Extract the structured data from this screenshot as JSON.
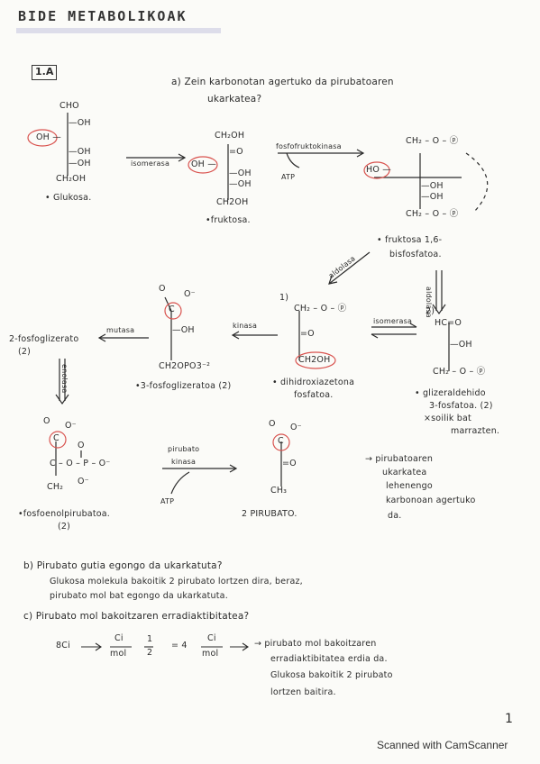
{
  "header": {
    "title": "BIDE METABOLIKOAK",
    "section": "1.A"
  },
  "question_a": {
    "line1": "a) Zein karbonotan agertuko da pirubatoaren",
    "line2": "ukarkatea?"
  },
  "glucose": {
    "cho": "CHO",
    "oh1": "—OH",
    "oh_left": "OH —",
    "oh3": "—OH",
    "oh4": "—OH",
    "ch2oh": "CH₂OH",
    "name": "• Glukosa."
  },
  "isomerasa1": "isomerasa",
  "fructose": {
    "ch2oh_top": "CH₂OH",
    "o": "=O",
    "oh_left": "OH —",
    "oh1": "—OH",
    "oh2": "—OH",
    "ch2oh_bottom": "CH2OH",
    "name": "•fruktosa."
  },
  "fosfofruktokinasa": "fosfofruktokinasa",
  "atp1": "ATP",
  "fructose_bp": {
    "top": "CH₂ – O – ⓟ",
    "ho": "HO —",
    "oh1": "—OH",
    "oh2": "—OH",
    "bottom": "CH₂ – O – ⓟ",
    "name1": "• fruktosa 1,6-",
    "name2": "bisfosfatoa."
  },
  "aldolasa_diag": "aldolasa",
  "aldolasa_vert": "aldolasa",
  "dhap": {
    "num": "1)",
    "top": "CH₂ – O – ⓟ",
    "o": "=O",
    "bottom": "CH2OH",
    "name1": "• dihidroxiazetona",
    "name2": "fosfatoa."
  },
  "isomerasa2": "isomerasa",
  "g3p": {
    "num": "2)",
    "top": "HC=O",
    "oh": "—OH",
    "bottom": "CH₂ – O – ⓟ",
    "name1": "• glizeraldehido",
    "name2": "3-fosfatoa. (2)",
    "name3": "×soilik bat",
    "name4": "marrazten."
  },
  "kinasa1": "kinasa",
  "pg3": {
    "o_top": "O",
    "o_minus": "O⁻",
    "c": "C",
    "oh": "—OH",
    "bottom": "CH2OPO3⁻²",
    "name": "•3-fosfoglizeratoa (2)"
  },
  "mutasa": "mutasa",
  "pg2": {
    "name1": "2-fosfoglizerato",
    "name2": "(2)"
  },
  "enolasa": "enolasa",
  "pep": {
    "o_top": "O",
    "o_minus": "O⁻",
    "c": "C",
    "o_p": "O",
    "p_line": "C – O – P – O⁻",
    "o_bottom": "O⁻",
    "ch2": "CH₂",
    "name1": "•fosfoenolpirubatoa.",
    "name2": "(2)"
  },
  "pirubato_kinasa": {
    "line1": "pirubato",
    "line2": "kinasa"
  },
  "atp2": "ATP",
  "pyruvate": {
    "o_top": "O",
    "o_minus": "O⁻",
    "c": "C",
    "o": "=O",
    "ch3": "CH₃",
    "name": "2 PIRUBATO."
  },
  "note_a": {
    "line1": "→ pirubatoaren",
    "line2": "ukarkatea",
    "line3": "lehenengo",
    "line4": "karbonoan agertuko",
    "line5": "da."
  },
  "question_b": {
    "q": "b) Pirubato gutia egongo da ukarkatuta?",
    "a1": "Glukosa molekula bakoitik 2 pirubato lortzen dira, beraz,",
    "a2": "pirubato mol bat egongo da ukarkatuta."
  },
  "question_c": {
    "q": "c) Pirubato mol bakoitzaren erradiaktibitatea?",
    "calc_left": "8Ci",
    "frac1_num": "Ci",
    "frac1_den": "mol",
    "frac2_num": "1",
    "frac2_den": "2",
    "eq": "= 4",
    "frac3_num": "Ci",
    "frac3_den": "mol",
    "a1": "→ pirubato mol bakoitzaren",
    "a2": "erradiaktibitatea erdia da.",
    "a3": "Glukosa bakoitik 2 pirubato",
    "a4": "lortzen baitira."
  },
  "page_number": "1",
  "footer": "Scanned with CamScanner",
  "colors": {
    "ink": "#2b2b2b",
    "highlight": "#d9534f"
  }
}
